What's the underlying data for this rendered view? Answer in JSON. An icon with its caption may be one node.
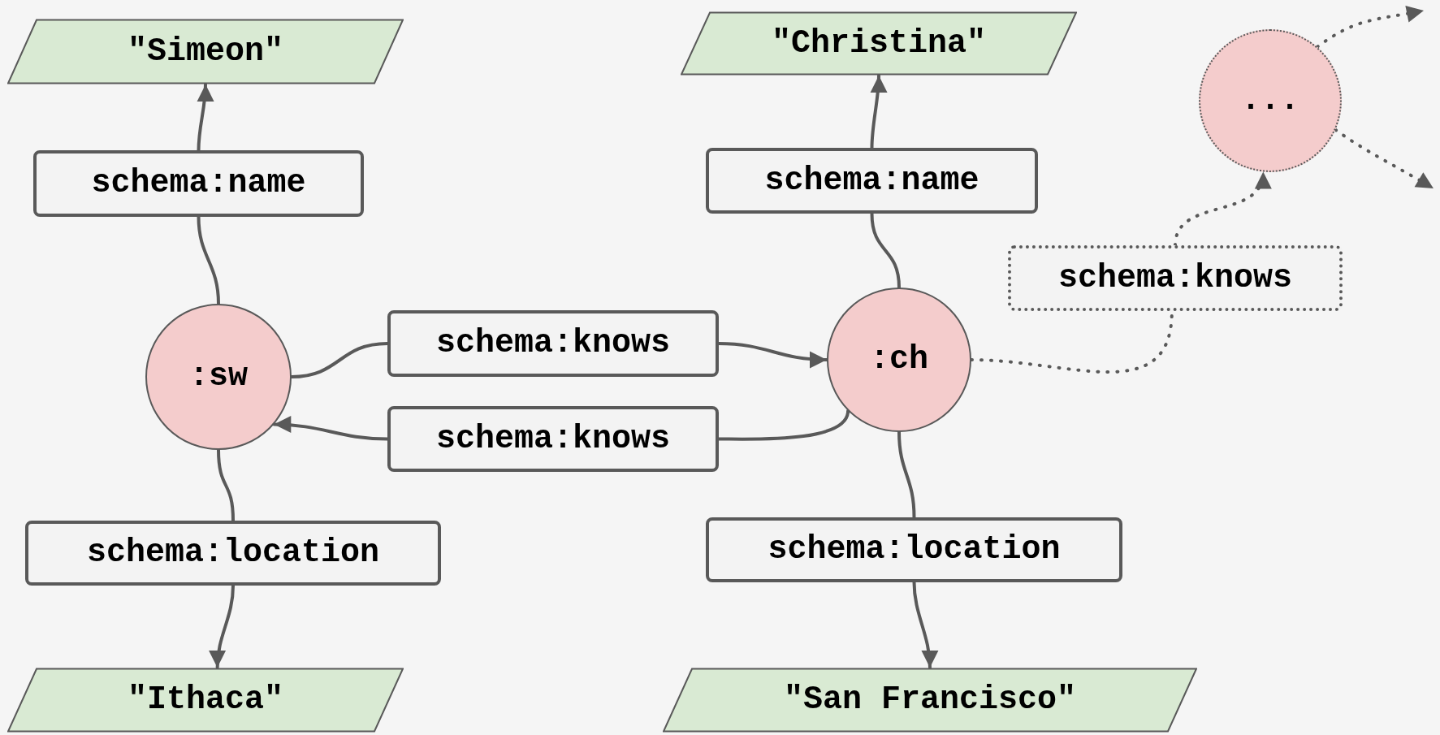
{
  "diagram": {
    "nodes": [
      {
        "text": [
          "\"Simeon\""
        ]
      },
      {
        "text": [
          "\"Christina\""
        ]
      },
      {
        "text": [
          "..."
        ]
      },
      {
        "text": [
          "schema:name"
        ]
      },
      {
        "text": [
          "schema:name"
        ]
      },
      {
        "text": [
          "schema:knows"
        ]
      },
      {
        "text": [
          ":sw"
        ]
      },
      {
        "text": [
          "schema:knows"
        ]
      },
      {
        "text": [
          ":ch"
        ]
      },
      {
        "text": [
          "schema:knows"
        ]
      },
      {
        "text": [
          "schema:location"
        ]
      },
      {
        "text": [
          "schema:location"
        ]
      },
      {
        "text": [
          "\"Ithaca\""
        ]
      },
      {
        "text": [
          "\"San Francisco\""
        ]
      }
    ],
    "edges": [
      {
        "from": 6,
        "to": 3,
        "arrow": "none"
      },
      {
        "from": 3,
        "to": 0,
        "arrow": "to"
      },
      {
        "from": 6,
        "to": 10,
        "arrow": "none"
      },
      {
        "from": 10,
        "to": 12,
        "arrow": "to"
      },
      {
        "from": 8,
        "to": 4,
        "arrow": "none"
      },
      {
        "from": 4,
        "to": 1,
        "arrow": "to"
      },
      {
        "from": 8,
        "to": 11,
        "arrow": "none"
      },
      {
        "from": 11,
        "to": 13,
        "arrow": "to"
      },
      {
        "from": 6,
        "to": 7,
        "arrow": "none"
      },
      {
        "from": 7,
        "to": 8,
        "arrow": "to"
      },
      {
        "from": 8,
        "to": 9,
        "arrow": "none"
      },
      {
        "from": 9,
        "to": 6,
        "arrow": "to"
      },
      {
        "from": 8,
        "to": 5,
        "arrow": "none",
        "style": "dashed"
      },
      {
        "from": 5,
        "to": 2,
        "arrow": "to",
        "style": "dashed"
      },
      {
        "from": 2,
        "to": null,
        "arrow": "to",
        "style": "dashed"
      },
      {
        "from": 2,
        "to": null,
        "arrow": "to",
        "style": "dashed"
      }
    ]
  }
}
